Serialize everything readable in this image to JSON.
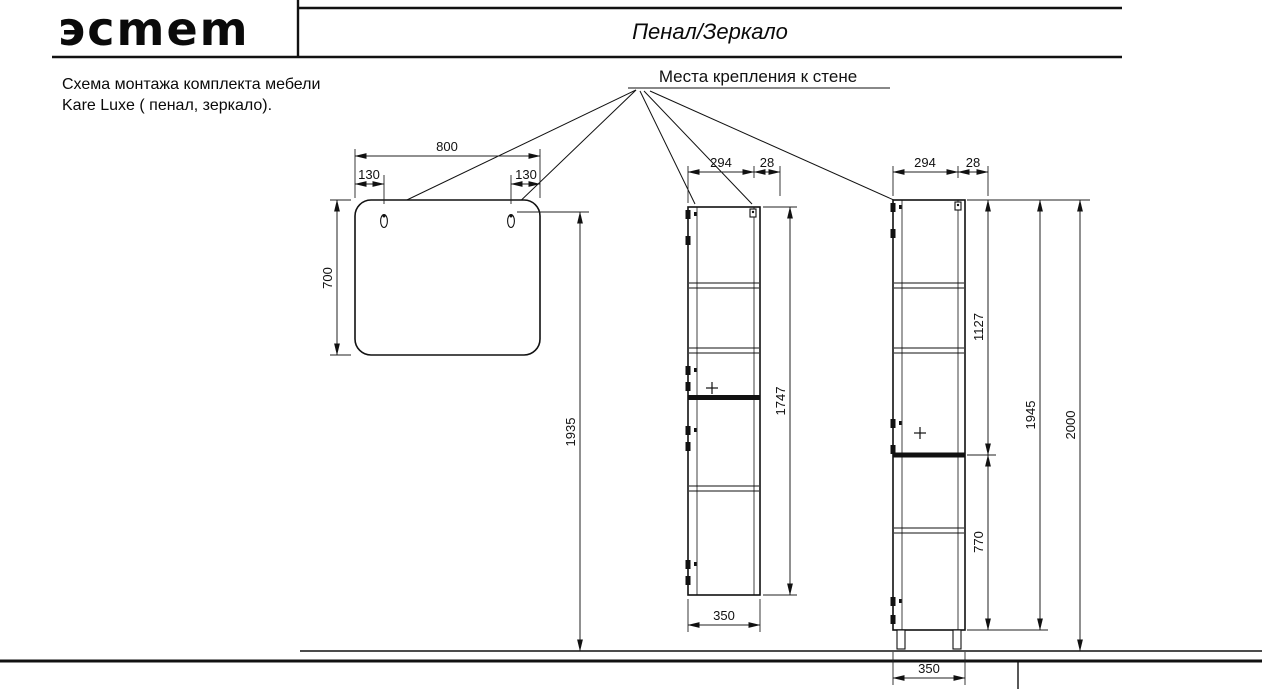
{
  "header": {
    "logo_text": "эсmem",
    "title": "Пенал/Зеркало"
  },
  "note": {
    "line1": "Схема монтажа комплекта мебели",
    "line2": "Kare Luxe ( пенал, зеркало)."
  },
  "callout": {
    "label": "Места крепления к стене"
  },
  "dims": {
    "mirror_width": "800",
    "mirror_offset_left": "130",
    "mirror_offset_right": "130",
    "mirror_height": "700",
    "mirror_mount_height": "1935",
    "cab1_depth": "294",
    "cab1_door": "28",
    "cab1_height": "1747",
    "cab1_width": "350",
    "cab2_depth": "294",
    "cab2_door": "28",
    "cab2_upper": "1127",
    "cab2_lower": "770",
    "cab2_body": "1945",
    "cab2_total": "2000",
    "cab2_width": "350"
  },
  "colors": {
    "ink": "#111111",
    "background": "#ffffff"
  }
}
